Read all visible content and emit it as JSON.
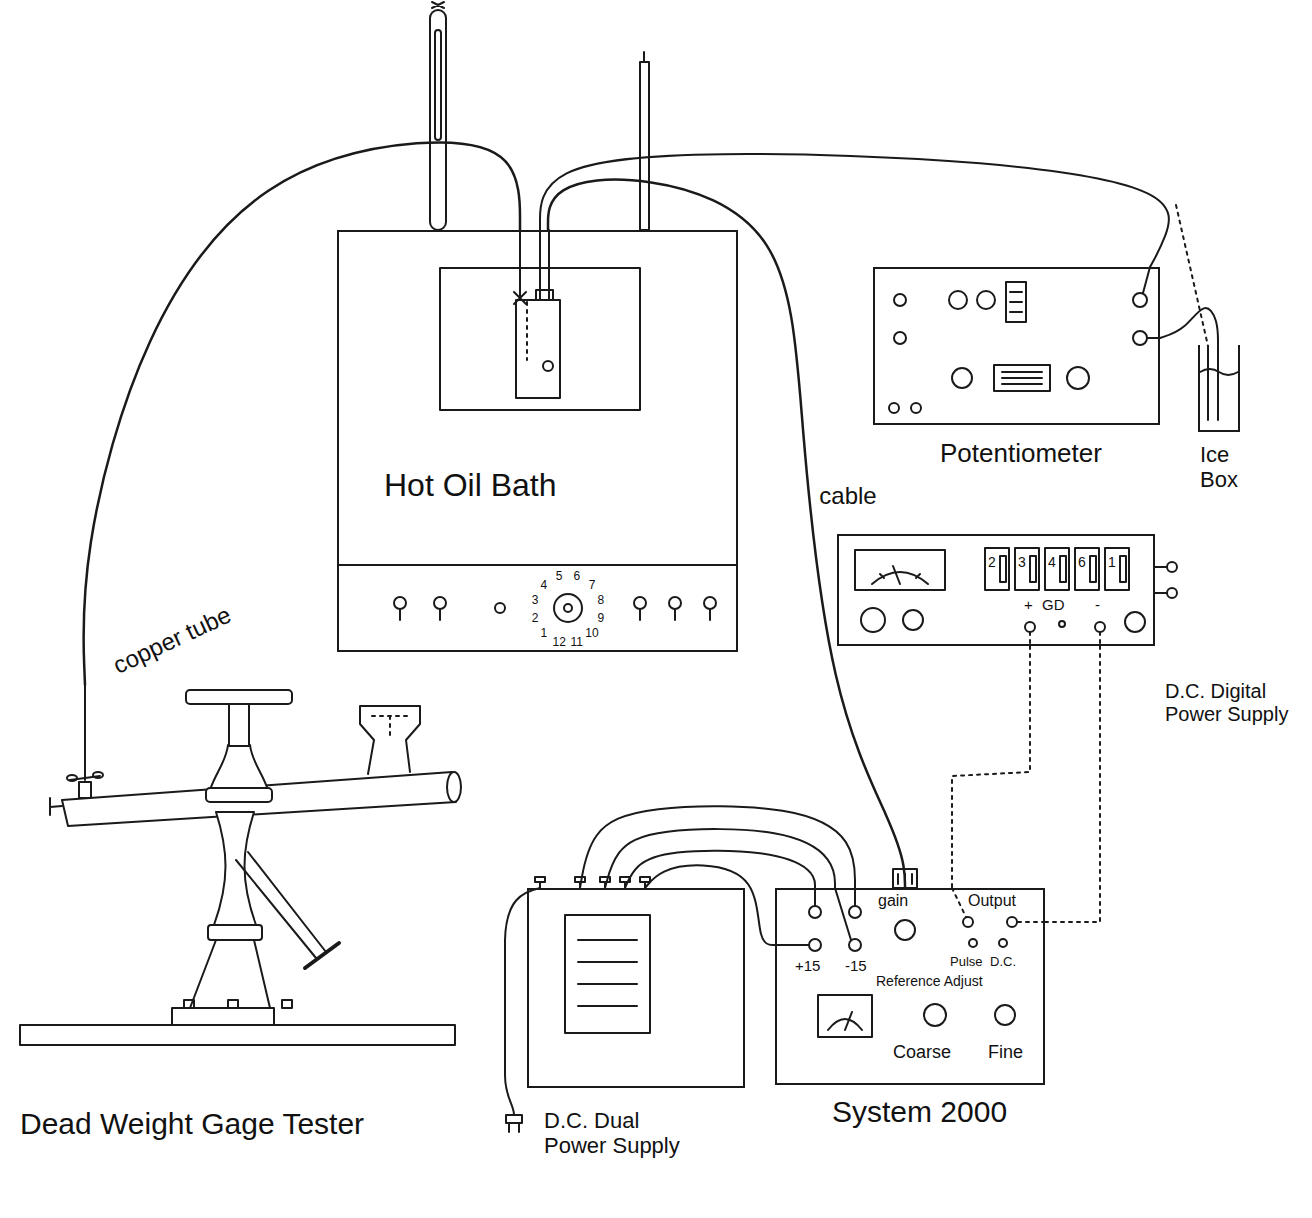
{
  "diagram": {
    "nodes": [
      {
        "text": [
          "Hot Oil Bath"
        ]
      },
      {
        "text": [
          "Potentiometer"
        ]
      },
      {
        "text": [
          "Ice Box"
        ]
      },
      {
        "text": [
          "D.C. Digital Power Supply"
        ]
      },
      {
        "text": [
          "System 2000"
        ]
      },
      {
        "text": [
          "D.C. Dual Power Supply"
        ]
      },
      {
        "text": [
          "Dead Weight Gage Tester"
        ]
      }
    ],
    "edges": [
      {
        "from": 6,
        "to": 0,
        "label": "copper tube",
        "arrow": "none"
      },
      {
        "from": 0,
        "to": 4,
        "label": "cable",
        "arrow": "none"
      },
      {
        "from": 0,
        "to": 1,
        "arrow": "none"
      },
      {
        "from": 1,
        "to": 2,
        "arrow": "none"
      },
      {
        "from": 3,
        "to": 4,
        "arrow": "none"
      },
      {
        "from": 3,
        "to": 4,
        "arrow": "none"
      },
      {
        "from": 5,
        "to": 4,
        "arrow": "none"
      },
      {
        "from": 5,
        "to": 4,
        "arrow": "none"
      },
      {
        "from": 5,
        "to": 4,
        "arrow": "none"
      },
      {
        "from": 5,
        "to": 4,
        "arrow": "none"
      }
    ],
    "labels": [
      "1",
      "2",
      "3",
      "4",
      "5",
      "6",
      "7",
      "8",
      "9",
      "10",
      "11",
      "12",
      "2",
      "3",
      "4",
      "6",
      "1",
      "+",
      "GD",
      "-",
      "gain",
      "Output",
      "+15",
      "-15",
      "Pulse",
      "D.C.",
      "Reference Adjust",
      "Coarse",
      "Fine"
    ]
  }
}
